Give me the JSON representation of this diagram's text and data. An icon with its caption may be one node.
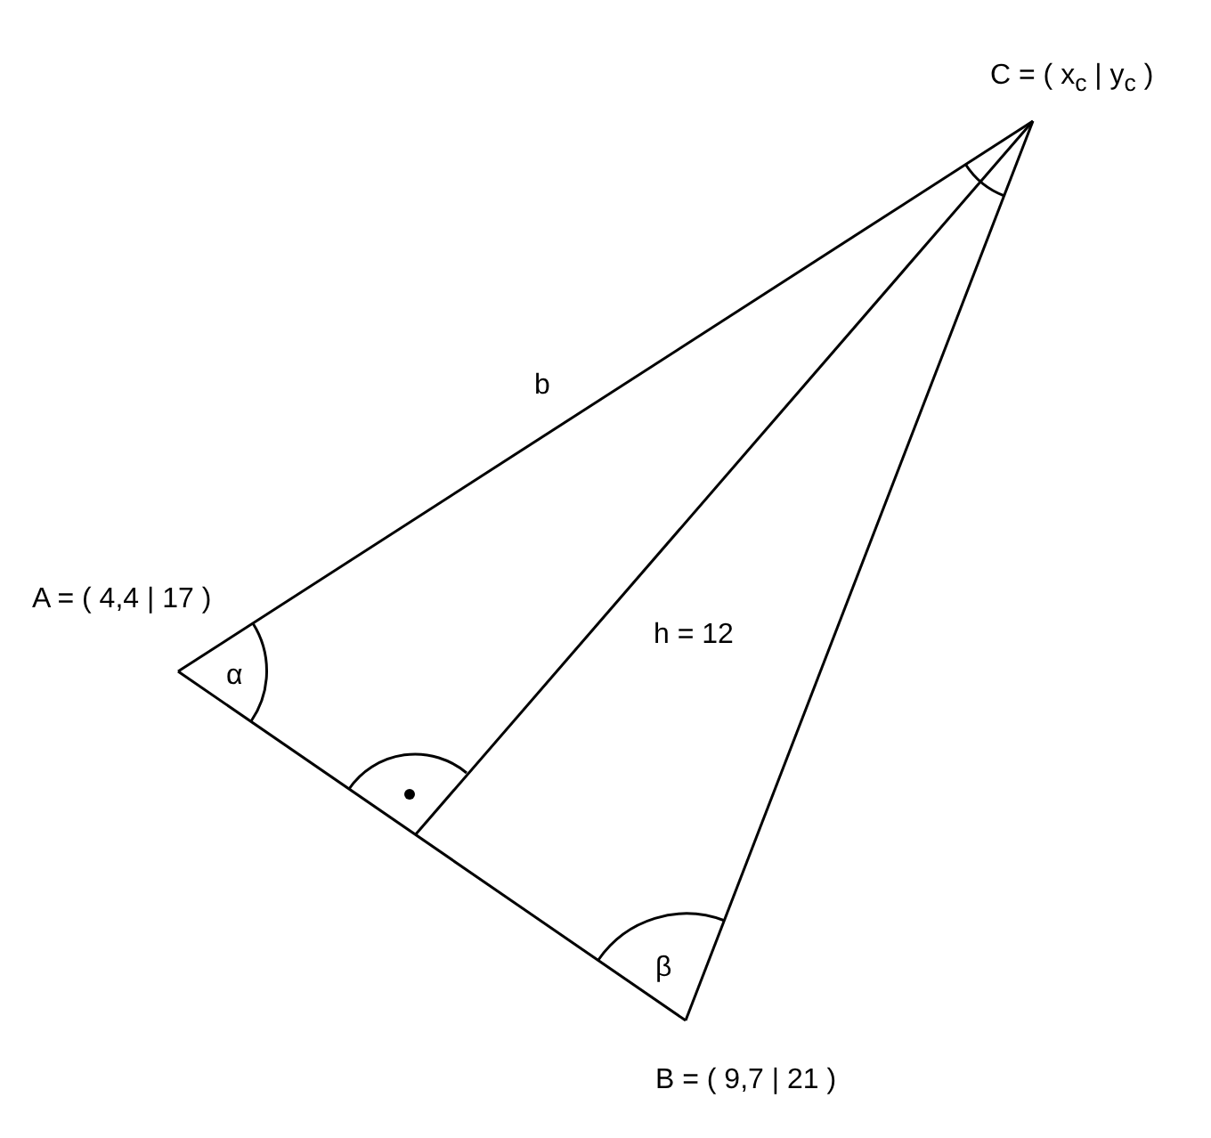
{
  "diagram": {
    "nodes": [
      {
        "text": [
          "A = ( 4,4 | 17 )"
        ]
      },
      {
        "text": [
          "B = ( 9,7 | 21 )"
        ]
      },
      {
        "text": [
          "C = ( x$_{c}$ | y$_{c}$ )"
        ]
      }
    ],
    "edges": [
      {
        "from": 0,
        "to": 2,
        "arrow": "none",
        "label": "b"
      },
      {
        "from": 0,
        "to": 1,
        "arrow": "none"
      },
      {
        "from": 1,
        "to": 2,
        "arrow": "none"
      },
      {
        "from": 2,
        "to": null,
        "arrow": "none",
        "label": "h = 12"
      }
    ],
    "labels": [
      "α",
      "β"
    ]
  }
}
